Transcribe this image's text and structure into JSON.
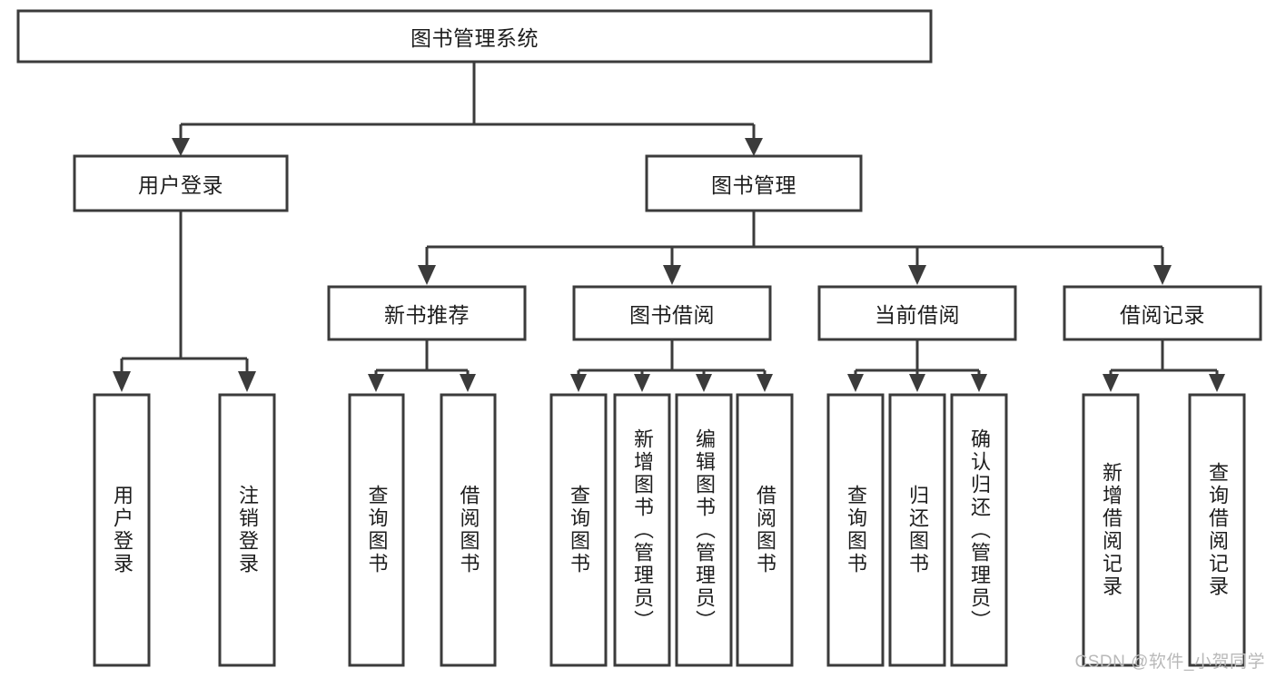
{
  "diagram": {
    "type": "tree-hierarchy",
    "title": "图书管理系统",
    "watermark": "CSDN @软件_小贺同学",
    "colors": {
      "stroke": "#3b3b3b",
      "fill": "#ffffff",
      "text": "#1d1d1d",
      "watermark": "#b9b9b9"
    },
    "levels": {
      "root": {
        "label": "图书管理系统"
      },
      "level2": [
        {
          "label": "用户登录"
        },
        {
          "label": "图书管理"
        }
      ],
      "level3": [
        {
          "label": "新书推荐"
        },
        {
          "label": "图书借阅"
        },
        {
          "label": "当前借阅"
        },
        {
          "label": "借阅记录"
        }
      ],
      "level4": [
        {
          "label": "用户登录",
          "parent": "用户登录"
        },
        {
          "label": "注销登录",
          "parent": "用户登录"
        },
        {
          "label": "查询图书",
          "parent": "新书推荐"
        },
        {
          "label": "借阅图书",
          "parent": "新书推荐"
        },
        {
          "label": "查询图书",
          "parent": "图书借阅"
        },
        {
          "label": "新增图书（管理员）",
          "parent": "图书借阅"
        },
        {
          "label": "编辑图书（管理员）",
          "parent": "图书借阅"
        },
        {
          "label": "借阅图书",
          "parent": "图书借阅"
        },
        {
          "label": "查询图书",
          "parent": "当前借阅"
        },
        {
          "label": "归还图书",
          "parent": "当前借阅"
        },
        {
          "label": "确认归还（管理员）",
          "parent": "当前借阅"
        },
        {
          "label": "新增借阅记录",
          "parent": "借阅记录"
        },
        {
          "label": "查询借阅记录",
          "parent": "借阅记录"
        }
      ]
    }
  }
}
